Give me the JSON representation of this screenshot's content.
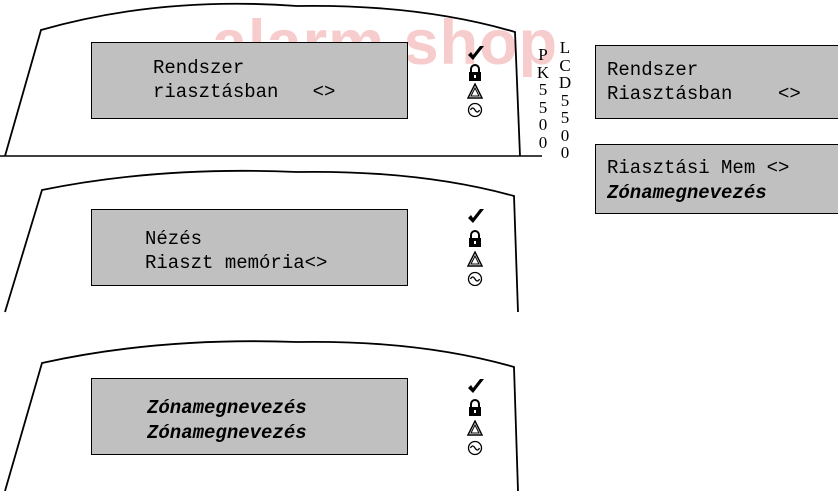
{
  "watermark": "alarm shop",
  "keypads": [
    {
      "line1": "Rendszer",
      "line2": "riasztásban   <>",
      "bold": false
    },
    {
      "line1": "Nézés",
      "line2": "Riaszt memória<>",
      "bold": false
    },
    {
      "line1": "Zónamegnevezés",
      "line2": "Zónamegnevezés",
      "bold": true
    }
  ],
  "columns": {
    "pk": [
      "P",
      "K",
      "5",
      "5",
      "0",
      "0"
    ],
    "lcd": [
      "L",
      "C",
      "D",
      "5",
      "5",
      "0",
      "0"
    ]
  },
  "lcd_displays": [
    {
      "line1": "Rendszer",
      "line2": "Riasztásban    <>",
      "line2_bold": false
    },
    {
      "line1": "Riasztási Mem <>",
      "line2": "Zónamegnevezés",
      "line2_bold": true
    }
  ],
  "status_icons": [
    "checkmark-icon",
    "lock-icon",
    "warning-triangle-icon",
    "ac-power-icon"
  ]
}
